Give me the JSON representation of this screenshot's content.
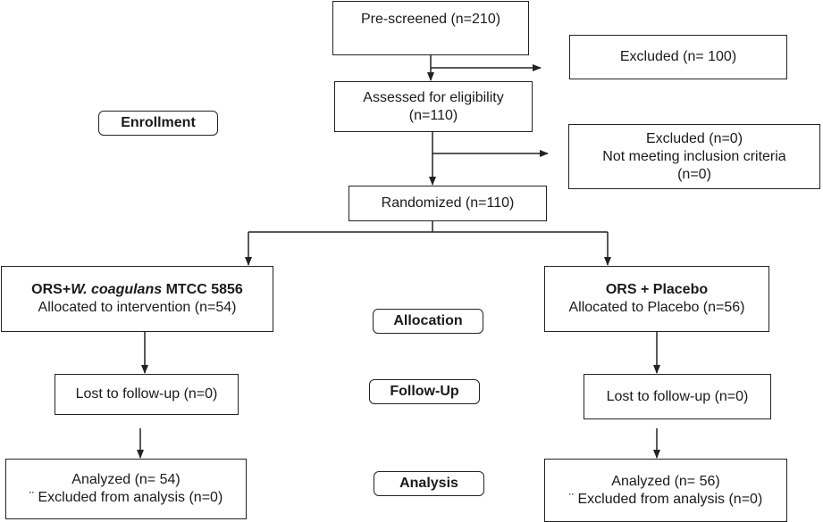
{
  "stages": {
    "enrollment": "Enrollment",
    "allocation": "Allocation",
    "follow_up": "Follow-Up",
    "analysis": "Analysis"
  },
  "boxes": {
    "prescreened": "Pre-screened (n=210)",
    "excluded_1": "Excluded (n= 100)",
    "assessed": {
      "line1": "Assessed for eligibility",
      "line2": "(n=110)"
    },
    "excluded_2": {
      "line1": "Excluded (n=0)",
      "line2": "Not meeting inclusion criteria",
      "line3": "(n=0)"
    },
    "randomized": "Randomized (n=110)",
    "intervention": {
      "title_prefix": "ORS+",
      "title_species": "W. coagulans",
      "title_suffix": " MTCC 5856",
      "line2": "Allocated to intervention (n=54)"
    },
    "placebo": {
      "title": "ORS + Placebo",
      "line2": "Allocated to Placebo (n=56)"
    },
    "lost_left": "Lost to follow-up (n=0)",
    "lost_right": "Lost to follow-up (n=0)",
    "analyzed_left": {
      "line1": "Analyzed (n= 54)",
      "line2": "¨ Excluded from analysis (n=0)"
    },
    "analyzed_right": {
      "line1": "Analyzed (n= 56)",
      "line2": "¨ Excluded from analysis (n=0)"
    }
  }
}
